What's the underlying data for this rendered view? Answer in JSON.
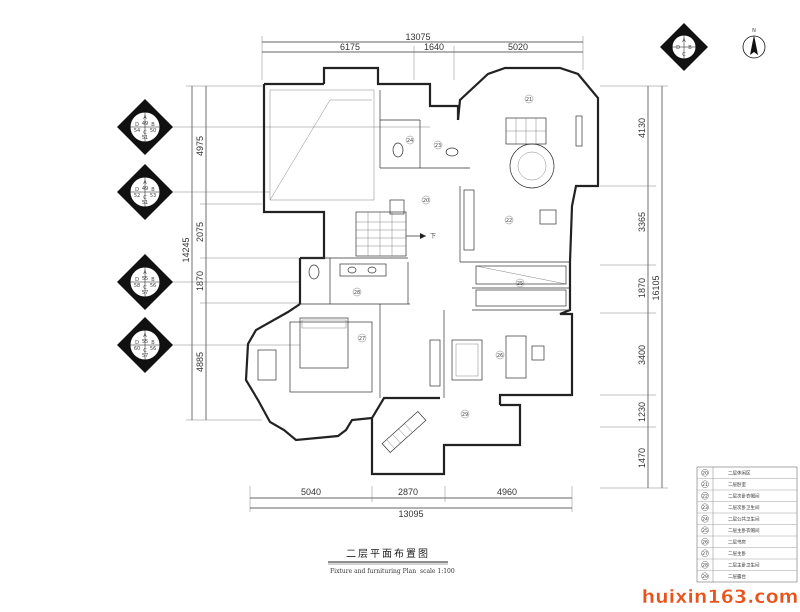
{
  "drawing": {
    "title": "二层平面布置图",
    "subtitle": "Fixture and furnituring Plan",
    "scale": "scale 1:100",
    "north": "N"
  },
  "dimensions": {
    "top_total": "13075",
    "top_parts": [
      "6175",
      "1640",
      "5020"
    ],
    "bottom_total": "13095",
    "bottom_parts": [
      "5040",
      "2870",
      "4960"
    ],
    "left_total": "14245",
    "left_parts": [
      "4975",
      "2075",
      "1870",
      "4885"
    ],
    "right_total": "16105",
    "right_parts": [
      "4130",
      "3365",
      "1870",
      "3400",
      "1230",
      "1470"
    ]
  },
  "elevation_markers": [
    {
      "top": "A",
      "sheet_top": "49",
      "left": "D",
      "right": "B",
      "sheet_left": "54",
      "sheet_right": "50",
      "bottom": "C",
      "sheet_bottom": "51"
    },
    {
      "top": "A",
      "sheet_top": "49",
      "left": "D",
      "right": "B",
      "sheet_left": "52",
      "sheet_right": "53",
      "bottom": "C",
      "sheet_bottom": "51"
    },
    {
      "top": "A",
      "sheet_top": "55",
      "left": "D",
      "right": "B",
      "sheet_left": "58",
      "sheet_right": "56",
      "bottom": "C",
      "sheet_bottom": "57"
    },
    {
      "top": "A",
      "sheet_top": "55",
      "left": "D",
      "right": "B",
      "sheet_left": "60",
      "sheet_right": "56",
      "bottom": "C",
      "sheet_bottom": "57"
    }
  ],
  "compass_marker": {
    "top": "A",
    "left": "D",
    "right": "B",
    "bottom": "C"
  },
  "room_tags": [
    "20",
    "21",
    "22",
    "23",
    "24",
    "25",
    "26",
    "27",
    "28",
    "29"
  ],
  "stair_label": "下",
  "legend": [
    {
      "num": "20",
      "name": "二层休闲区"
    },
    {
      "num": "21",
      "name": "二层卧室"
    },
    {
      "num": "22",
      "name": "二层次卧衣帽间"
    },
    {
      "num": "23",
      "name": "二层次卧卫生间"
    },
    {
      "num": "24",
      "name": "二层公共卫生间"
    },
    {
      "num": "25",
      "name": "二层主卧衣帽间"
    },
    {
      "num": "26",
      "name": "二层书房"
    },
    {
      "num": "27",
      "name": "二层主卧"
    },
    {
      "num": "28",
      "name": "二层主卧卫生间"
    },
    {
      "num": "29",
      "name": "二层露台"
    }
  ],
  "watermark": "huixin163.com"
}
